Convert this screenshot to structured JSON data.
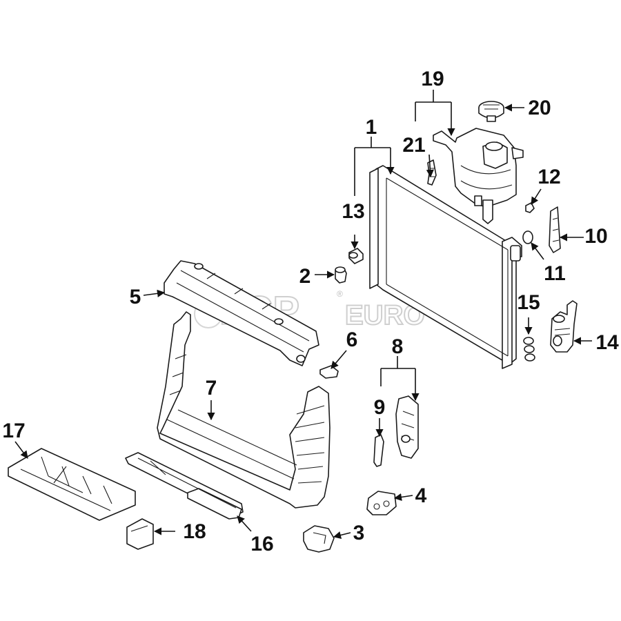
{
  "diagram": {
    "watermark": {
      "main": "FCP",
      "secondary": "EURO",
      "mark": "®"
    },
    "callouts": {
      "c1": "1",
      "c2": "2",
      "c3": "3",
      "c4": "4",
      "c5": "5",
      "c6": "6",
      "c7": "7",
      "c8": "8",
      "c9": "9",
      "c10": "10",
      "c11": "11",
      "c12": "12",
      "c13": "13",
      "c14": "14",
      "c15": "15",
      "c16": "16",
      "c17": "17",
      "c18": "18",
      "c19": "19",
      "c20": "20",
      "c21": "21"
    },
    "colors": {
      "line": "#1a1a1a",
      "background": "#ffffff",
      "watermark": "#cfcfcf"
    }
  }
}
